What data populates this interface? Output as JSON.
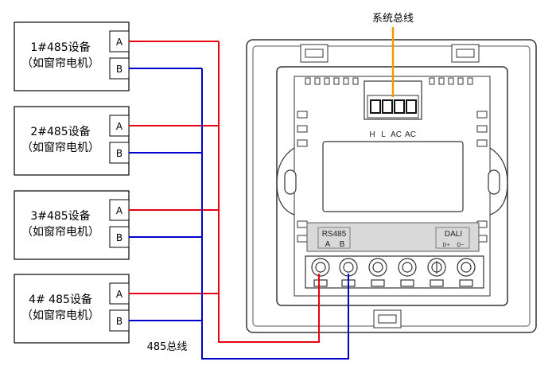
{
  "bus_title": "系统总线",
  "bus_485_label": "485总线",
  "devices": [
    {
      "name": "1#485设备",
      "sub": "（如窗帘电机）",
      "a": "A",
      "b": "B"
    },
    {
      "name": "2#485设备",
      "sub": "（如窗帘电机）",
      "a": "A",
      "b": "B"
    },
    {
      "name": "3#485设备",
      "sub": "（如窗帘电机）",
      "a": "A",
      "b": "B"
    },
    {
      "name": "4# 485设备",
      "sub": "（如窗帘电机）",
      "a": "A",
      "b": "B"
    }
  ],
  "terminals_top": [
    "H",
    "L",
    "AC",
    "AC"
  ],
  "rs485_block": {
    "title": "RS485",
    "a": "A",
    "b": "B"
  },
  "dali_block": {
    "title": "DALI",
    "d_plus": "D+",
    "d_minus": "D−"
  },
  "colors": {
    "wire_a": "#e60012",
    "wire_b": "#0000cc",
    "bus_title_line": "#f39800"
  }
}
